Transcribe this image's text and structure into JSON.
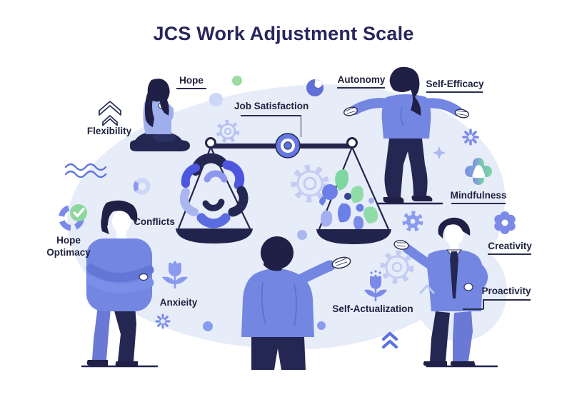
{
  "title": "JCS Work Adjustment Scale",
  "labels": {
    "hope": "Hope",
    "flexibility": "Flexibility",
    "job_satisfaction": "Job Satisfaction",
    "autonomy": "Autonomy",
    "self_efficacy": "Self-Efficacy",
    "conflicts": "Conflicts",
    "hope_optimacy_line1": "Hope",
    "hope_optimacy_line2": "Optimacy",
    "anxiety": "Anxieity",
    "self_actualization": "Self-Actualization",
    "mindfulness": "Mindfulness",
    "creativity": "Creativity",
    "proactivity": "Proactivity"
  },
  "icons": {
    "double-chevron-outline-icon": "stacked outlined up-chevrons near Flexibility",
    "wave-lines-icon": "two wavy horizontal lines",
    "gear-check-icon": "blue broken gear ring with green check circle (Hope Optimacy)",
    "donut-chart-icon": "pale blue donut ring",
    "pie-swirl-icon": "dark periwinkle circle with white swirl",
    "balance-scale-icon": "balance scale with abstract blobs in both pans",
    "gear-outline-icon": "line-art cog wheels",
    "gear-filled-icon": "small solid periwinkle cog",
    "tulip-icon": "periwinkle tulip flower with leaves",
    "sparkle-asterisk-icon": "eight-point radial sparkle",
    "four-point-star-icon": "small four point star",
    "mindfulness-cross-icon": "blue-green rounded cross with white meditating shape",
    "creativity-flower-icon": "six petal flower",
    "single-chevron-icon": "pale up chevron",
    "double-chevron-solid-icon": "blue double up chevron"
  },
  "colors": {
    "title_text": "#29255c",
    "label_text": "#20223f",
    "figure_blue": "#7286e2",
    "figure_light_blue": "#9fafec",
    "dark_navy": "#232752",
    "hair_navy": "#201f45",
    "accent_blue": "#5b74dd",
    "icon_periwinkle": "#7b8ae8",
    "pale_blue": "#c3cdf3",
    "green": "#8ed79c",
    "blob_background": "#e7ecf9"
  }
}
